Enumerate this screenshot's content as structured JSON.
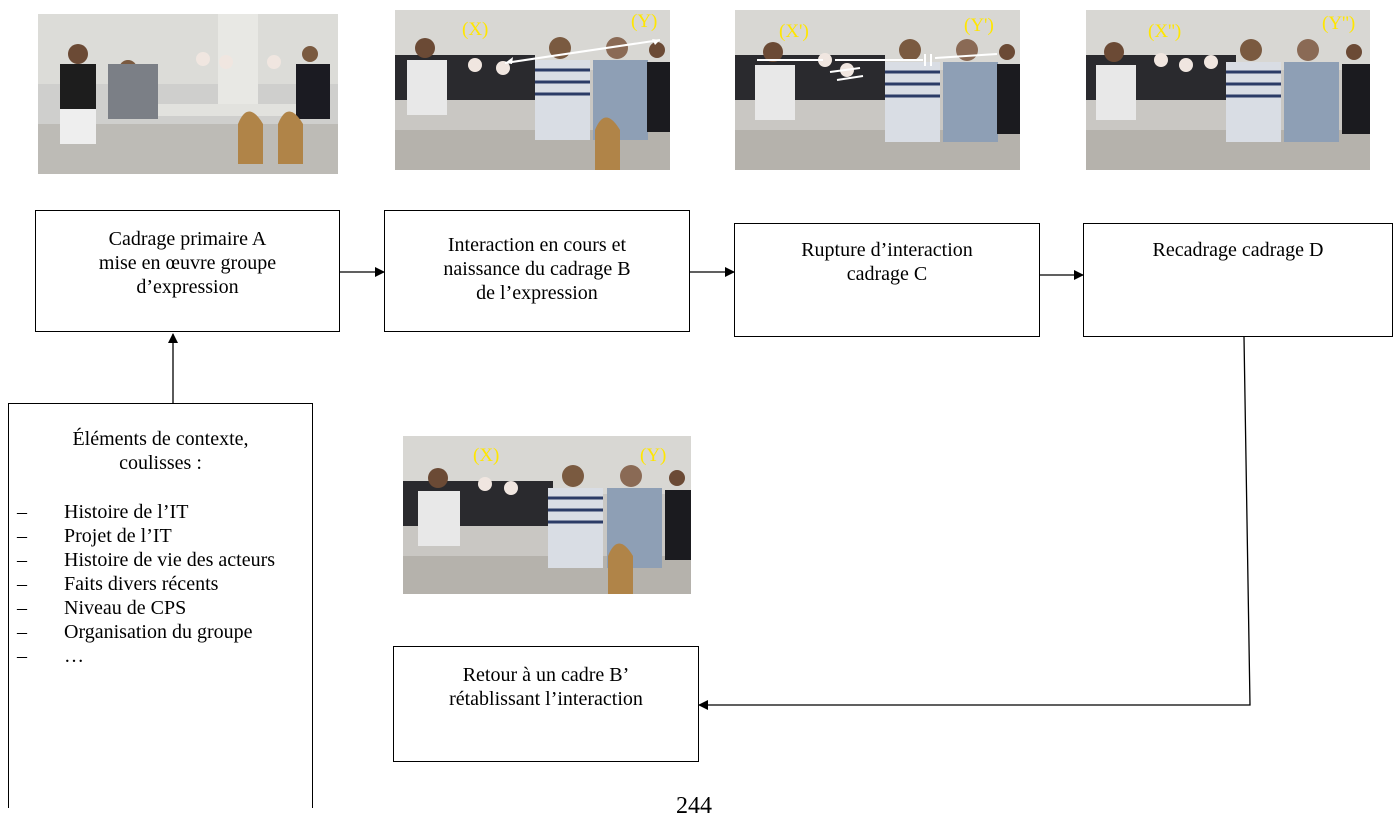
{
  "photos": [
    {
      "labels": []
    },
    {
      "labels": [
        "(X)",
        "(Y)"
      ]
    },
    {
      "labels": [
        "(X')",
        "(Y')"
      ]
    },
    {
      "labels": [
        "(X'')",
        "(Y'')"
      ]
    },
    {
      "labels": [
        "(X)",
        "(Y)"
      ]
    }
  ],
  "boxes": {
    "a": "Cadrage primaire A\nmise en œuvre groupe\nd’expression",
    "b": "Interaction en cours et\nnaissance du cadrage B\nde l’expression",
    "c": "Rupture d’interaction\ncadrage C",
    "d": "Recadrage cadrage D",
    "b2": "Retour à un cadre B’\nrétablissant l’interaction"
  },
  "context": {
    "title": "Éléments de contexte,\ncoulisses :",
    "dash": "–",
    "items": [
      "Histoire de l’IT",
      "Projet de l’IT",
      "Histoire de vie des acteurs",
      "Faits divers récents",
      "Niveau de CPS",
      "Organisation du groupe",
      "…"
    ]
  },
  "page_number": "244",
  "colors": {
    "label": "#ffe600",
    "stroke": "#000000"
  }
}
